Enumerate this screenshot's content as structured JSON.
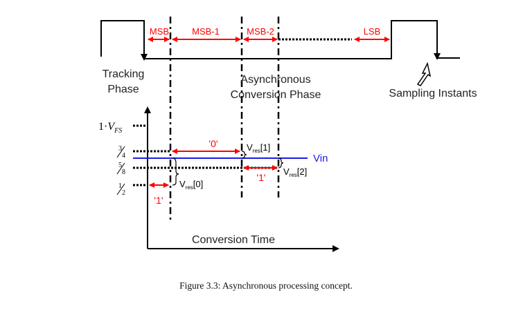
{
  "colors": {
    "red": "#ff0000",
    "blue": "#1a1ae6",
    "black": "#000000"
  },
  "phases": {
    "tracking_line1": "Tracking",
    "tracking_line2": "Phase",
    "async_line1": "Asynchronous",
    "async_line2": "Conversion Phase",
    "sampling": "Sampling Instants"
  },
  "bits": {
    "msb": "MSB",
    "msb1": "MSB-1",
    "msb2": "MSB-2",
    "lsb": "LSB"
  },
  "levels": {
    "vfs_coef": "1·",
    "vfs_v": "V",
    "vfs_sub": "FS",
    "three_num": "3",
    "three_den": "4",
    "five_num": "5",
    "five_den": "8",
    "half_num": "1",
    "half_den": "2"
  },
  "decisions": {
    "d0": "'0'",
    "d1a": "'1'",
    "d1b": "'1'"
  },
  "vin": "Vin",
  "residues": {
    "v_prefix": "V",
    "sub": "res",
    "r0": "[0]",
    "r1": "[1]",
    "r2": "[2]"
  },
  "axis": {
    "x_label": "Conversion Time"
  },
  "caption": "Figure 3.3: Asynchronous processing concept."
}
